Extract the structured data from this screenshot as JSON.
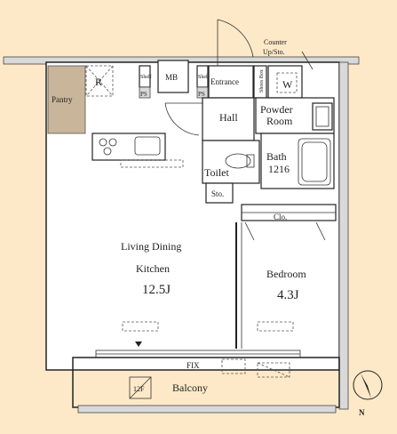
{
  "labels": {
    "pantry": "Pantry",
    "refrigerator": "R",
    "mb": "MB",
    "shelf_left": "Shelf",
    "ps_left": "PS",
    "shelf_right": "Shelf",
    "ps_right": "PS",
    "entrance": "Entrance",
    "shoes_box": "Shoes Box",
    "counter": "Counter",
    "up_sto": "Up/Sto.",
    "washer": "W",
    "powder_room_1": "Powder",
    "powder_room_2": "Room",
    "hall": "Hall",
    "toilet": "Toilet",
    "bath": "Bath",
    "bath_size": "1216",
    "sto": "Sto.",
    "clo": "Clo.",
    "ldk_1": "Living Dining",
    "ldk_2": "Kitchen",
    "ldk_size": "12.5J",
    "bedroom": "Bedroom",
    "bedroom_size": "4.3J",
    "fix": "FIX",
    "balcony": "Balcony",
    "floor": "12F",
    "north": "N"
  },
  "colors": {
    "background": "#fde9c8",
    "walls": "#ffffff",
    "outline": "#222222",
    "hatch": "#c9b59a"
  }
}
